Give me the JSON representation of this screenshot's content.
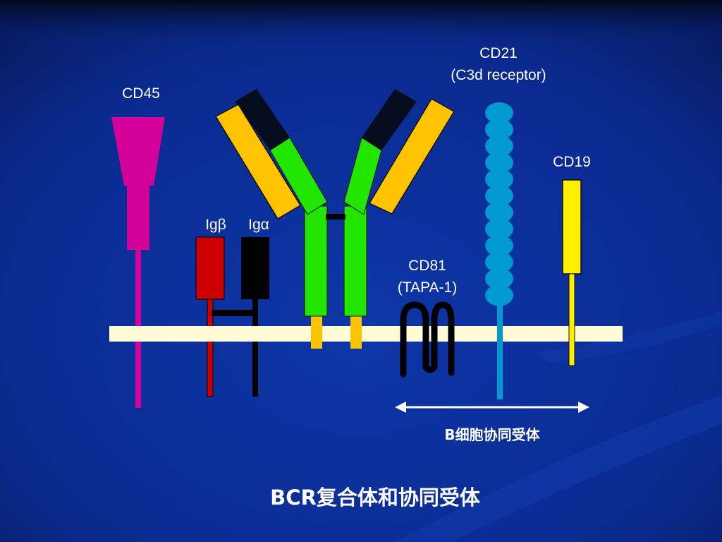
{
  "labels": {
    "cd45": "CD45",
    "ig_beta": "Igβ",
    "ig_alpha": "Igα",
    "cd21_line1": "CD21",
    "cd21_line2": "(C3d receptor)",
    "cd19": "CD19",
    "cd81_line1": "CD81",
    "cd81_line2": "(TAPA-1)",
    "coreceptor": "B细胞协同受体",
    "title": "BCR复合体和协同受体"
  },
  "colors": {
    "background": "#0a2a8f",
    "membrane": "#fffbd6",
    "cd45": "#d4009a",
    "ig_beta": "#cc0000",
    "ig_alpha": "#000000",
    "heavy_chain": "#22e600",
    "light_chain": "#ffc400",
    "variable_region": "#040c1e",
    "cd21": "#0099d0",
    "cd19": "#ffee00",
    "cd81": "#000000",
    "arrow": "#ffffff"
  }
}
